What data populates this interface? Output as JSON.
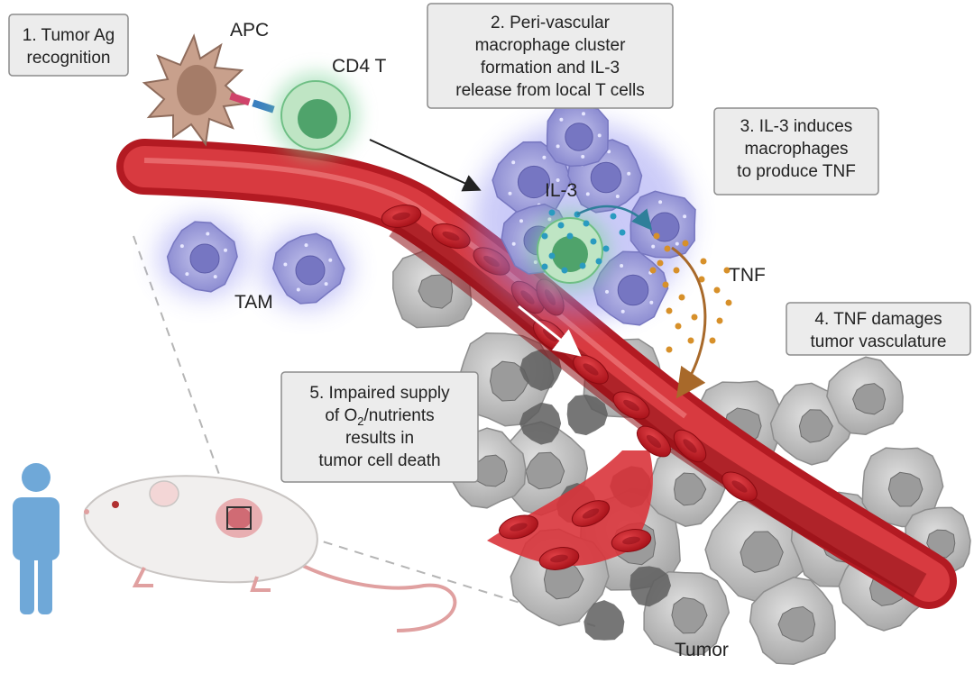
{
  "steps": {
    "step1": [
      "1. Tumor Ag",
      "recognition"
    ],
    "step2": [
      "2. Peri-vascular",
      "macrophage cluster",
      "formation and IL-3",
      "release from local T cells"
    ],
    "step3": [
      "3. IL-3 induces",
      "macrophages",
      "to produce TNF"
    ],
    "step4": [
      "4. TNF damages",
      "tumor vasculature"
    ],
    "step5": {
      "line1": "5. Impaired supply",
      "line2_pre": "of O",
      "line2_sub": "2",
      "line2_post": "/nutrients",
      "line3": "results in",
      "line4": "tumor cell death"
    }
  },
  "labels": {
    "apc": "APC",
    "cd4": "CD4 T",
    "il3": "IL-3",
    "tnf": "TNF",
    "tam": "TAM",
    "tumor": "Tumor"
  },
  "colors": {
    "vessel": "#c8202a",
    "blood_cell": "#b5151c",
    "macrophage": "#9a9ad6",
    "t_cell": "#5db27a",
    "apc": "#c79f8c",
    "tumor_cell": "#c8c8c8",
    "human": "#6fa8d8",
    "il3_dot": "#2a9bc0",
    "tnf_dot": "#d7902a",
    "tnf_arrow": "#a8692a"
  },
  "icons": [
    "human-figure-icon",
    "mouse-icon"
  ]
}
